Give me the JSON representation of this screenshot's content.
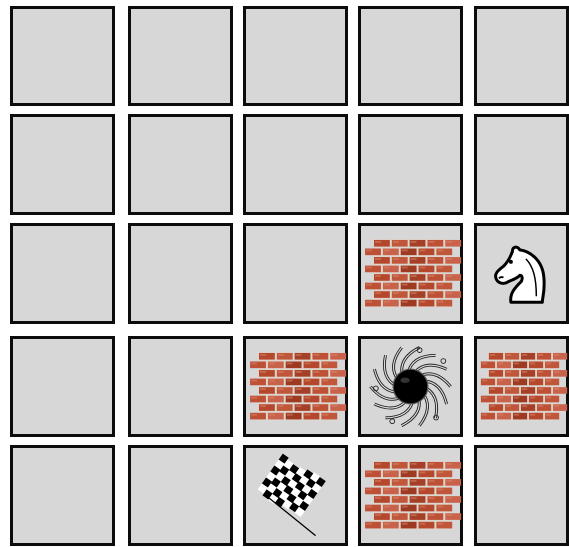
{
  "board": {
    "rows": 5,
    "cols": 5,
    "cell_color": "#d7d7d7",
    "border_color": "#0c0c0c",
    "cells": [
      [
        {
          "type": "empty"
        },
        {
          "type": "empty"
        },
        {
          "type": "empty"
        },
        {
          "type": "empty"
        },
        {
          "type": "empty"
        }
      ],
      [
        {
          "type": "empty"
        },
        {
          "type": "empty"
        },
        {
          "type": "empty"
        },
        {
          "type": "empty"
        },
        {
          "type": "empty"
        }
      ],
      [
        {
          "type": "empty"
        },
        {
          "type": "empty"
        },
        {
          "type": "empty"
        },
        {
          "type": "brick-wall",
          "icon": "brick-wall-icon"
        },
        {
          "type": "knight",
          "icon": "white-knight-icon"
        }
      ],
      [
        {
          "type": "empty"
        },
        {
          "type": "empty"
        },
        {
          "type": "brick-wall",
          "icon": "brick-wall-icon"
        },
        {
          "type": "black-hole",
          "icon": "black-hole-icon"
        },
        {
          "type": "brick-wall",
          "icon": "brick-wall-icon"
        }
      ],
      [
        {
          "type": "empty"
        },
        {
          "type": "empty"
        },
        {
          "type": "goal-flag",
          "icon": "checkered-flag-icon"
        },
        {
          "type": "brick-wall",
          "icon": "brick-wall-icon"
        },
        {
          "type": "empty"
        }
      ]
    ]
  }
}
